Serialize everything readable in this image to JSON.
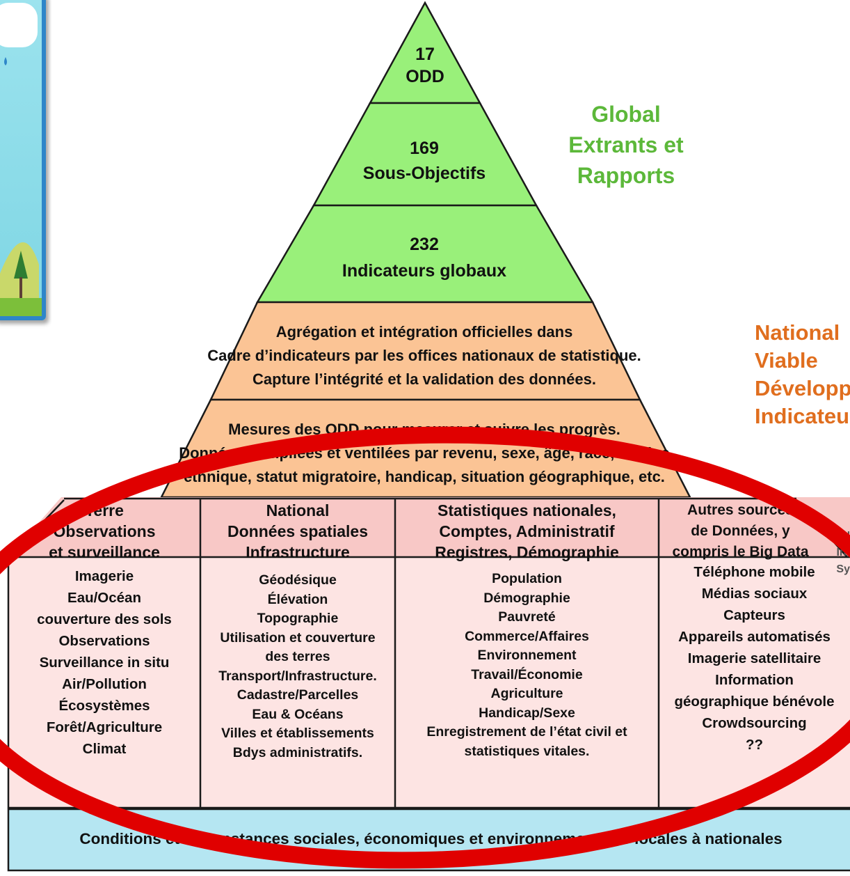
{
  "colors": {
    "green_fill": "#99f07a",
    "orange_fill": "#fbc495",
    "pink_fill": "#f8c8c6",
    "pink_light": "#fde4e3",
    "base_fill": "#b5e6f2",
    "global_text": "#5cb83a",
    "national_text": "#e06e1e",
    "ellipse": "#e00000"
  },
  "pyramid": {
    "top": [
      "17",
      "ODD"
    ],
    "mid": [
      "169",
      "Sous-Objectifs"
    ],
    "low": [
      "232",
      "Indicateurs globaux"
    ],
    "agg": [
      "Agrégation et intégration officielles dans",
      "Cadre d’indicateurs par les offices nationaux de statistique.",
      "Capture l’intégrité et la validation des données."
    ],
    "measures": [
      "Mesures des ODD pour mesurer et suivre les progrès.",
      "Données compilées et ventilées par revenu, sexe, âge, race, origine",
      "ethnique, statut migratoire, handicap, situation géographique, etc."
    ]
  },
  "side_labels": {
    "global": [
      "Global",
      "Extrants et",
      "Rapports"
    ],
    "national": [
      "National",
      "Viable",
      "Développ",
      "Indicateu"
    ],
    "framework": [
      "N",
      "Inf",
      "Sy"
    ]
  },
  "headers": [
    [
      "Terre",
      "Observations",
      "et surveillance"
    ],
    [
      "National",
      "Données spatiales",
      "Infrastructure"
    ],
    [
      "Statistiques nationales,",
      "Comptes, Administratif",
      "Registres, Démographie"
    ],
    [
      "Autres sources",
      "de Données, y",
      "compris le Big Data"
    ]
  ],
  "columns": [
    [
      "Imagerie",
      "Eau/Océan",
      "couverture des sols",
      "Observations",
      "Surveillance in situ",
      "Air/Pollution",
      "Écosystèmes",
      "Forêt/Agriculture",
      "Climat"
    ],
    [
      "Géodésique",
      "Élévation",
      "Topographie",
      "Utilisation et couverture",
      "des terres",
      "Transport/Infrastructure.",
      "Cadastre/Parcelles",
      "Eau & Océans",
      "Villes et établissements",
      "Bdys administratifs."
    ],
    [
      "Population",
      "Démographie",
      "Pauvreté",
      "Commerce/Affaires",
      "Environnement",
      "Travail/Économie",
      "Agriculture",
      "Handicap/Sexe",
      "Enregistrement de l’état civil et",
      "statistiques vitales."
    ],
    [
      "Téléphone mobile",
      "Médias sociaux",
      "Capteurs",
      "Appareils automatisés",
      "Imagerie satellitaire",
      "Information",
      "géographique bénévole",
      "Crowdsourcing",
      "??"
    ]
  ],
  "base": "Conditions et circonstances sociales, économiques et environnementales locales à nationales"
}
